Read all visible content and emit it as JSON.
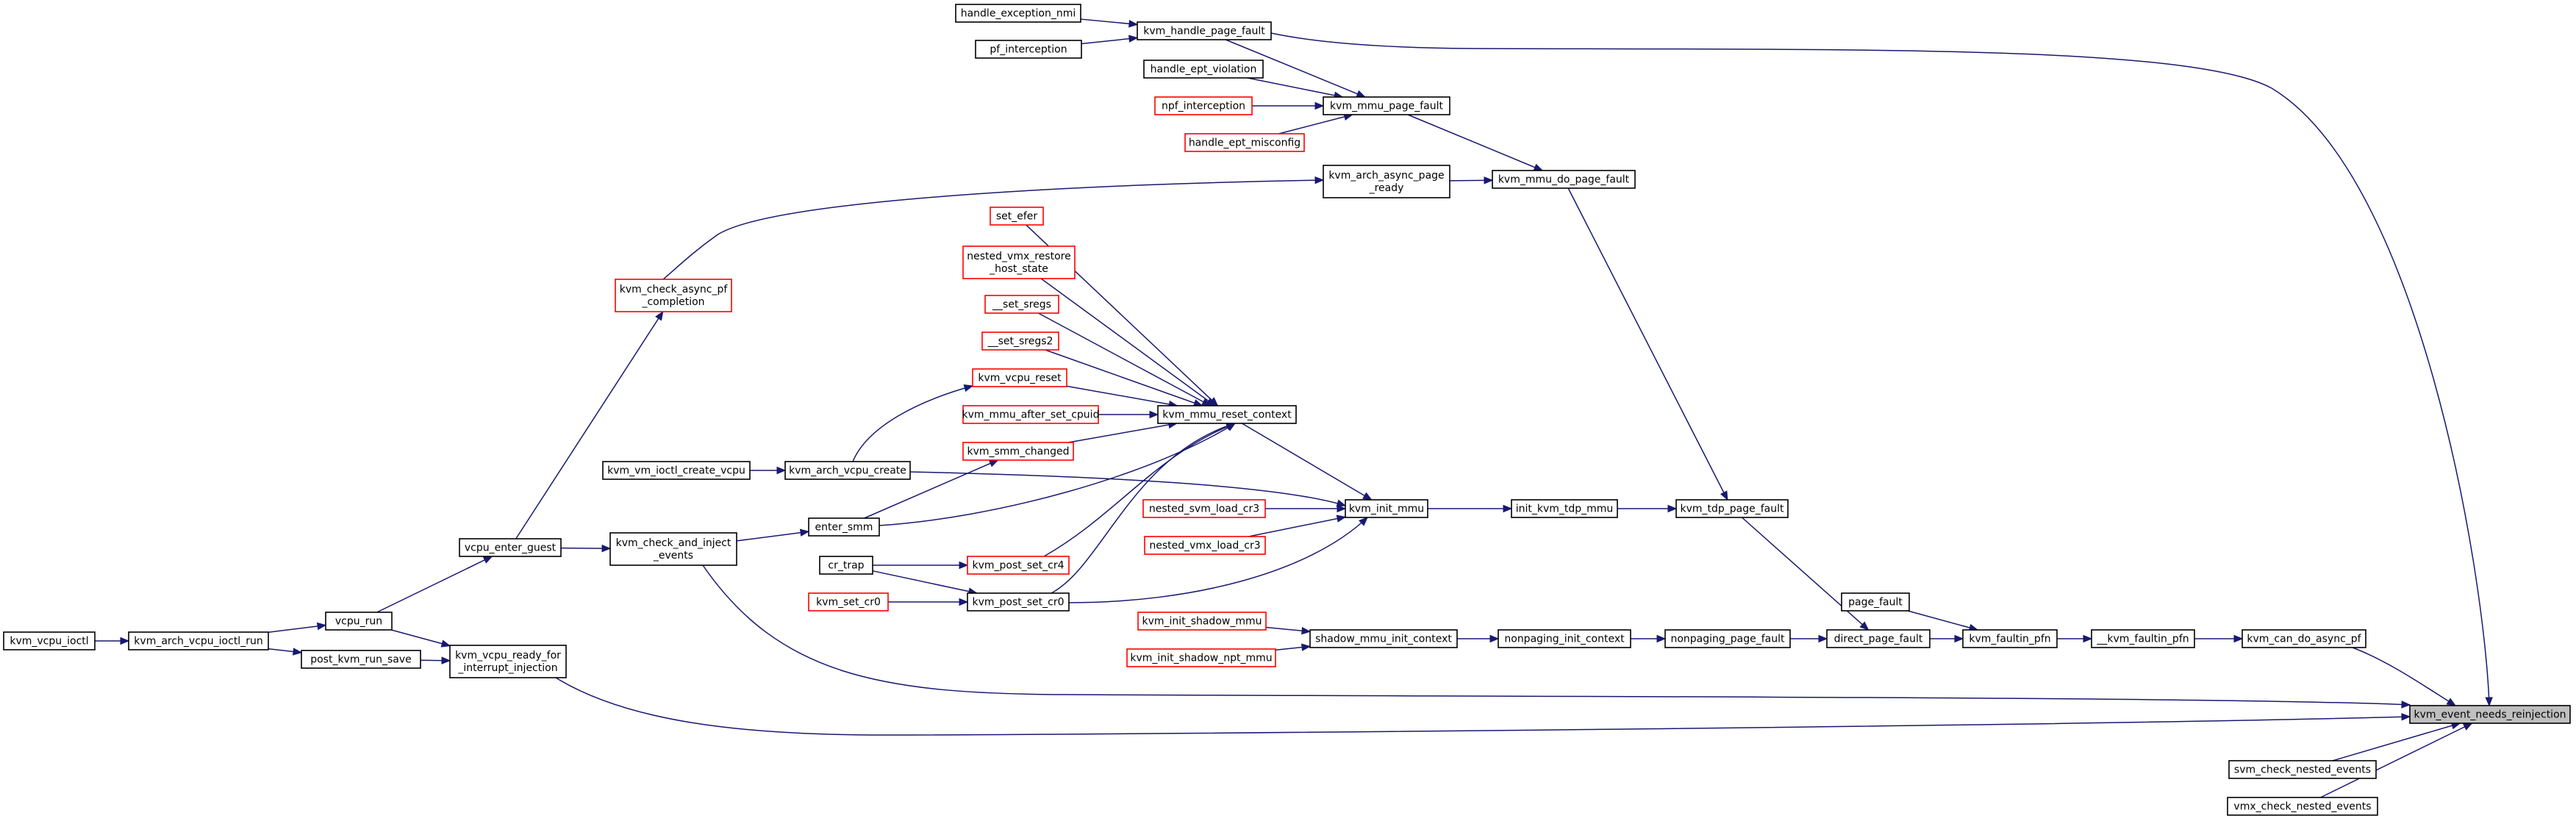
{
  "graph": {
    "target": "kvm_event_needs_reinjection",
    "colors": {
      "edge": "#191970",
      "node_border": "#000000",
      "truncated_node_border": "#ff0000",
      "target_fill": "#bfbfbf"
    },
    "nodes": [
      {
        "id": "handle_exception_nmi",
        "lines": [
          "handle_exception_nmi"
        ],
        "style": "normal"
      },
      {
        "id": "kvm_handle_page_fault",
        "lines": [
          "kvm_handle_page_fault"
        ],
        "style": "normal"
      },
      {
        "id": "pf_interception",
        "lines": [
          "pf_interception"
        ],
        "style": "normal"
      },
      {
        "id": "handle_ept_violation",
        "lines": [
          "handle_ept_violation"
        ],
        "style": "normal"
      },
      {
        "id": "npf_interception",
        "lines": [
          "npf_interception"
        ],
        "style": "red"
      },
      {
        "id": "kvm_mmu_page_fault",
        "lines": [
          "kvm_mmu_page_fault"
        ],
        "style": "normal"
      },
      {
        "id": "handle_ept_misconfig",
        "lines": [
          "handle_ept_misconfig"
        ],
        "style": "red"
      },
      {
        "id": "kvm_arch_async_page_ready",
        "lines": [
          "kvm_arch_async_page",
          "_ready"
        ],
        "style": "normal"
      },
      {
        "id": "kvm_mmu_do_page_fault",
        "lines": [
          "kvm_mmu_do_page_fault"
        ],
        "style": "normal"
      },
      {
        "id": "set_efer",
        "lines": [
          "set_efer"
        ],
        "style": "red"
      },
      {
        "id": "nested_vmx_restore_host_state",
        "lines": [
          "nested_vmx_restore",
          "_host_state"
        ],
        "style": "red"
      },
      {
        "id": "kvm_check_async_pf_completion",
        "lines": [
          "kvm_check_async_pf",
          "_completion"
        ],
        "style": "red"
      },
      {
        "id": "__set_sregs",
        "lines": [
          "__set_sregs"
        ],
        "style": "red"
      },
      {
        "id": "__set_sregs2",
        "lines": [
          "__set_sregs2"
        ],
        "style": "red"
      },
      {
        "id": "kvm_vcpu_reset",
        "lines": [
          "kvm_vcpu_reset"
        ],
        "style": "red"
      },
      {
        "id": "kvm_mmu_after_set_cpuid",
        "lines": [
          "kvm_mmu_after_set_cpuid"
        ],
        "style": "red"
      },
      {
        "id": "kvm_mmu_reset_context",
        "lines": [
          "kvm_mmu_reset_context"
        ],
        "style": "normal"
      },
      {
        "id": "kvm_smm_changed",
        "lines": [
          "kvm_smm_changed"
        ],
        "style": "red"
      },
      {
        "id": "kvm_vm_ioctl_create_vcpu",
        "lines": [
          "kvm_vm_ioctl_create_vcpu"
        ],
        "style": "normal"
      },
      {
        "id": "kvm_arch_vcpu_create",
        "lines": [
          "kvm_arch_vcpu_create"
        ],
        "style": "normal"
      },
      {
        "id": "nested_svm_load_cr3",
        "lines": [
          "nested_svm_load_cr3"
        ],
        "style": "red"
      },
      {
        "id": "kvm_init_mmu",
        "lines": [
          "kvm_init_mmu"
        ],
        "style": "normal"
      },
      {
        "id": "init_kvm_tdp_mmu",
        "lines": [
          "init_kvm_tdp_mmu"
        ],
        "style": "normal"
      },
      {
        "id": "kvm_tdp_page_fault",
        "lines": [
          "kvm_tdp_page_fault"
        ],
        "style": "normal"
      },
      {
        "id": "enter_smm",
        "lines": [
          "enter_smm"
        ],
        "style": "normal"
      },
      {
        "id": "nested_vmx_load_cr3",
        "lines": [
          "nested_vmx_load_cr3"
        ],
        "style": "red"
      },
      {
        "id": "vcpu_enter_guest",
        "lines": [
          "vcpu_enter_guest"
        ],
        "style": "normal"
      },
      {
        "id": "kvm_check_and_inject_events",
        "lines": [
          "kvm_check_and_inject",
          "_events"
        ],
        "style": "normal"
      },
      {
        "id": "cr_trap",
        "lines": [
          "cr_trap"
        ],
        "style": "normal"
      },
      {
        "id": "kvm_post_set_cr4",
        "lines": [
          "kvm_post_set_cr4"
        ],
        "style": "red"
      },
      {
        "id": "kvm_set_cr0",
        "lines": [
          "kvm_set_cr0"
        ],
        "style": "red"
      },
      {
        "id": "kvm_post_set_cr0",
        "lines": [
          "kvm_post_set_cr0"
        ],
        "style": "normal"
      },
      {
        "id": "page_fault",
        "lines": [
          "page_fault"
        ],
        "style": "normal"
      },
      {
        "id": "kvm_vcpu_ioctl",
        "lines": [
          "kvm_vcpu_ioctl"
        ],
        "style": "normal"
      },
      {
        "id": "kvm_arch_vcpu_ioctl_run",
        "lines": [
          "kvm_arch_vcpu_ioctl_run"
        ],
        "style": "normal"
      },
      {
        "id": "vcpu_run",
        "lines": [
          "vcpu_run"
        ],
        "style": "normal"
      },
      {
        "id": "kvm_init_shadow_mmu",
        "lines": [
          "kvm_init_shadow_mmu"
        ],
        "style": "red"
      },
      {
        "id": "shadow_mmu_init_context",
        "lines": [
          "shadow_mmu_init_context"
        ],
        "style": "normal"
      },
      {
        "id": "nonpaging_init_context",
        "lines": [
          "nonpaging_init_context"
        ],
        "style": "normal"
      },
      {
        "id": "nonpaging_page_fault",
        "lines": [
          "nonpaging_page_fault"
        ],
        "style": "normal"
      },
      {
        "id": "direct_page_fault",
        "lines": [
          "direct_page_fault"
        ],
        "style": "normal"
      },
      {
        "id": "kvm_faultin_pfn",
        "lines": [
          "kvm_faultin_pfn"
        ],
        "style": "normal"
      },
      {
        "id": "__kvm_faultin_pfn",
        "lines": [
          "__kvm_faultin_pfn"
        ],
        "style": "normal"
      },
      {
        "id": "kvm_can_do_async_pf",
        "lines": [
          "kvm_can_do_async_pf"
        ],
        "style": "normal"
      },
      {
        "id": "kvm_vcpu_ready_for_interrupt_injection",
        "lines": [
          "kvm_vcpu_ready_for",
          "_interrupt_injection"
        ],
        "style": "normal"
      },
      {
        "id": "post_kvm_run_save",
        "lines": [
          "post_kvm_run_save"
        ],
        "style": "normal"
      },
      {
        "id": "kvm_init_shadow_npt_mmu",
        "lines": [
          "kvm_init_shadow_npt_mmu"
        ],
        "style": "red"
      },
      {
        "id": "kvm_event_needs_reinjection",
        "lines": [
          "kvm_event_needs_reinjection"
        ],
        "style": "target"
      },
      {
        "id": "svm_check_nested_events",
        "lines": [
          "svm_check_nested_events"
        ],
        "style": "normal"
      },
      {
        "id": "vmx_check_nested_events",
        "lines": [
          "vmx_check_nested_events"
        ],
        "style": "normal"
      }
    ],
    "edges": [
      {
        "from": "kvm_handle_page_fault",
        "to": "handle_exception_nmi"
      },
      {
        "from": "kvm_handle_page_fault",
        "to": "pf_interception"
      },
      {
        "from": "kvm_mmu_page_fault",
        "to": "handle_ept_violation"
      },
      {
        "from": "kvm_mmu_page_fault",
        "to": "npf_interception"
      },
      {
        "from": "kvm_mmu_page_fault",
        "to": "handle_ept_misconfig"
      },
      {
        "from": "kvm_mmu_page_fault",
        "to": "kvm_handle_page_fault"
      },
      {
        "from": "kvm_mmu_do_page_fault",
        "to": "kvm_mmu_page_fault"
      },
      {
        "from": "kvm_mmu_do_page_fault",
        "to": "kvm_arch_async_page_ready"
      },
      {
        "from": "kvm_arch_async_page_ready",
        "to": "kvm_check_async_pf_completion"
      },
      {
        "from": "kvm_check_async_pf_completion",
        "to": "vcpu_enter_guest"
      },
      {
        "from": "kvm_mmu_reset_context",
        "to": "set_efer"
      },
      {
        "from": "kvm_mmu_reset_context",
        "to": "nested_vmx_restore_host_state"
      },
      {
        "from": "kvm_mmu_reset_context",
        "to": "__set_sregs"
      },
      {
        "from": "kvm_mmu_reset_context",
        "to": "__set_sregs2"
      },
      {
        "from": "kvm_mmu_reset_context",
        "to": "kvm_vcpu_reset"
      },
      {
        "from": "kvm_mmu_reset_context",
        "to": "kvm_mmu_after_set_cpuid"
      },
      {
        "from": "kvm_mmu_reset_context",
        "to": "kvm_smm_changed"
      },
      {
        "from": "kvm_mmu_reset_context",
        "to": "enter_smm"
      },
      {
        "from": "kvm_mmu_reset_context",
        "to": "kvm_post_set_cr4"
      },
      {
        "from": "kvm_mmu_reset_context",
        "to": "kvm_post_set_cr0"
      },
      {
        "from": "kvm_vcpu_reset",
        "to": "kvm_arch_vcpu_create"
      },
      {
        "from": "kvm_smm_changed",
        "to": "enter_smm"
      },
      {
        "from": "kvm_arch_vcpu_create",
        "to": "kvm_vm_ioctl_create_vcpu"
      },
      {
        "from": "kvm_init_mmu",
        "to": "kvm_mmu_reset_context"
      },
      {
        "from": "kvm_init_mmu",
        "to": "kvm_arch_vcpu_create"
      },
      {
        "from": "kvm_init_mmu",
        "to": "nested_svm_load_cr3"
      },
      {
        "from": "kvm_init_mmu",
        "to": "nested_vmx_load_cr3"
      },
      {
        "from": "kvm_init_mmu",
        "to": "kvm_post_set_cr0"
      },
      {
        "from": "init_kvm_tdp_mmu",
        "to": "kvm_init_mmu"
      },
      {
        "from": "kvm_tdp_page_fault",
        "to": "init_kvm_tdp_mmu"
      },
      {
        "from": "kvm_tdp_page_fault",
        "to": "kvm_mmu_do_page_fault"
      },
      {
        "from": "enter_smm",
        "to": "kvm_check_and_inject_events"
      },
      {
        "from": "kvm_check_and_inject_events",
        "to": "vcpu_enter_guest"
      },
      {
        "from": "kvm_post_set_cr4",
        "to": "cr_trap"
      },
      {
        "from": "kvm_post_set_cr0",
        "to": "cr_trap"
      },
      {
        "from": "kvm_post_set_cr0",
        "to": "kvm_set_cr0"
      },
      {
        "from": "vcpu_enter_guest",
        "to": "vcpu_run"
      },
      {
        "from": "vcpu_run",
        "to": "kvm_arch_vcpu_ioctl_run"
      },
      {
        "from": "kvm_arch_vcpu_ioctl_run",
        "to": "kvm_vcpu_ioctl"
      },
      {
        "from": "kvm_vcpu_ready_for_interrupt_injection",
        "to": "vcpu_run"
      },
      {
        "from": "kvm_vcpu_ready_for_interrupt_injection",
        "to": "post_kvm_run_save"
      },
      {
        "from": "post_kvm_run_save",
        "to": "kvm_arch_vcpu_ioctl_run"
      },
      {
        "from": "shadow_mmu_init_context",
        "to": "kvm_init_shadow_mmu"
      },
      {
        "from": "shadow_mmu_init_context",
        "to": "kvm_init_shadow_npt_mmu"
      },
      {
        "from": "nonpaging_init_context",
        "to": "shadow_mmu_init_context"
      },
      {
        "from": "nonpaging_page_fault",
        "to": "nonpaging_init_context"
      },
      {
        "from": "direct_page_fault",
        "to": "nonpaging_page_fault"
      },
      {
        "from": "direct_page_fault",
        "to": "kvm_tdp_page_fault"
      },
      {
        "from": "kvm_faultin_pfn",
        "to": "direct_page_fault"
      },
      {
        "from": "kvm_faultin_pfn",
        "to": "page_fault"
      },
      {
        "from": "__kvm_faultin_pfn",
        "to": "kvm_faultin_pfn"
      },
      {
        "from": "kvm_can_do_async_pf",
        "to": "__kvm_faultin_pfn"
      },
      {
        "from": "kvm_event_needs_reinjection",
        "to": "kvm_handle_page_fault"
      },
      {
        "from": "kvm_event_needs_reinjection",
        "to": "kvm_check_and_inject_events"
      },
      {
        "from": "kvm_event_needs_reinjection",
        "to": "kvm_vcpu_ready_for_interrupt_injection"
      },
      {
        "from": "kvm_event_needs_reinjection",
        "to": "kvm_can_do_async_pf"
      },
      {
        "from": "kvm_event_needs_reinjection",
        "to": "svm_check_nested_events"
      },
      {
        "from": "kvm_event_needs_reinjection",
        "to": "vmx_check_nested_events"
      }
    ]
  }
}
